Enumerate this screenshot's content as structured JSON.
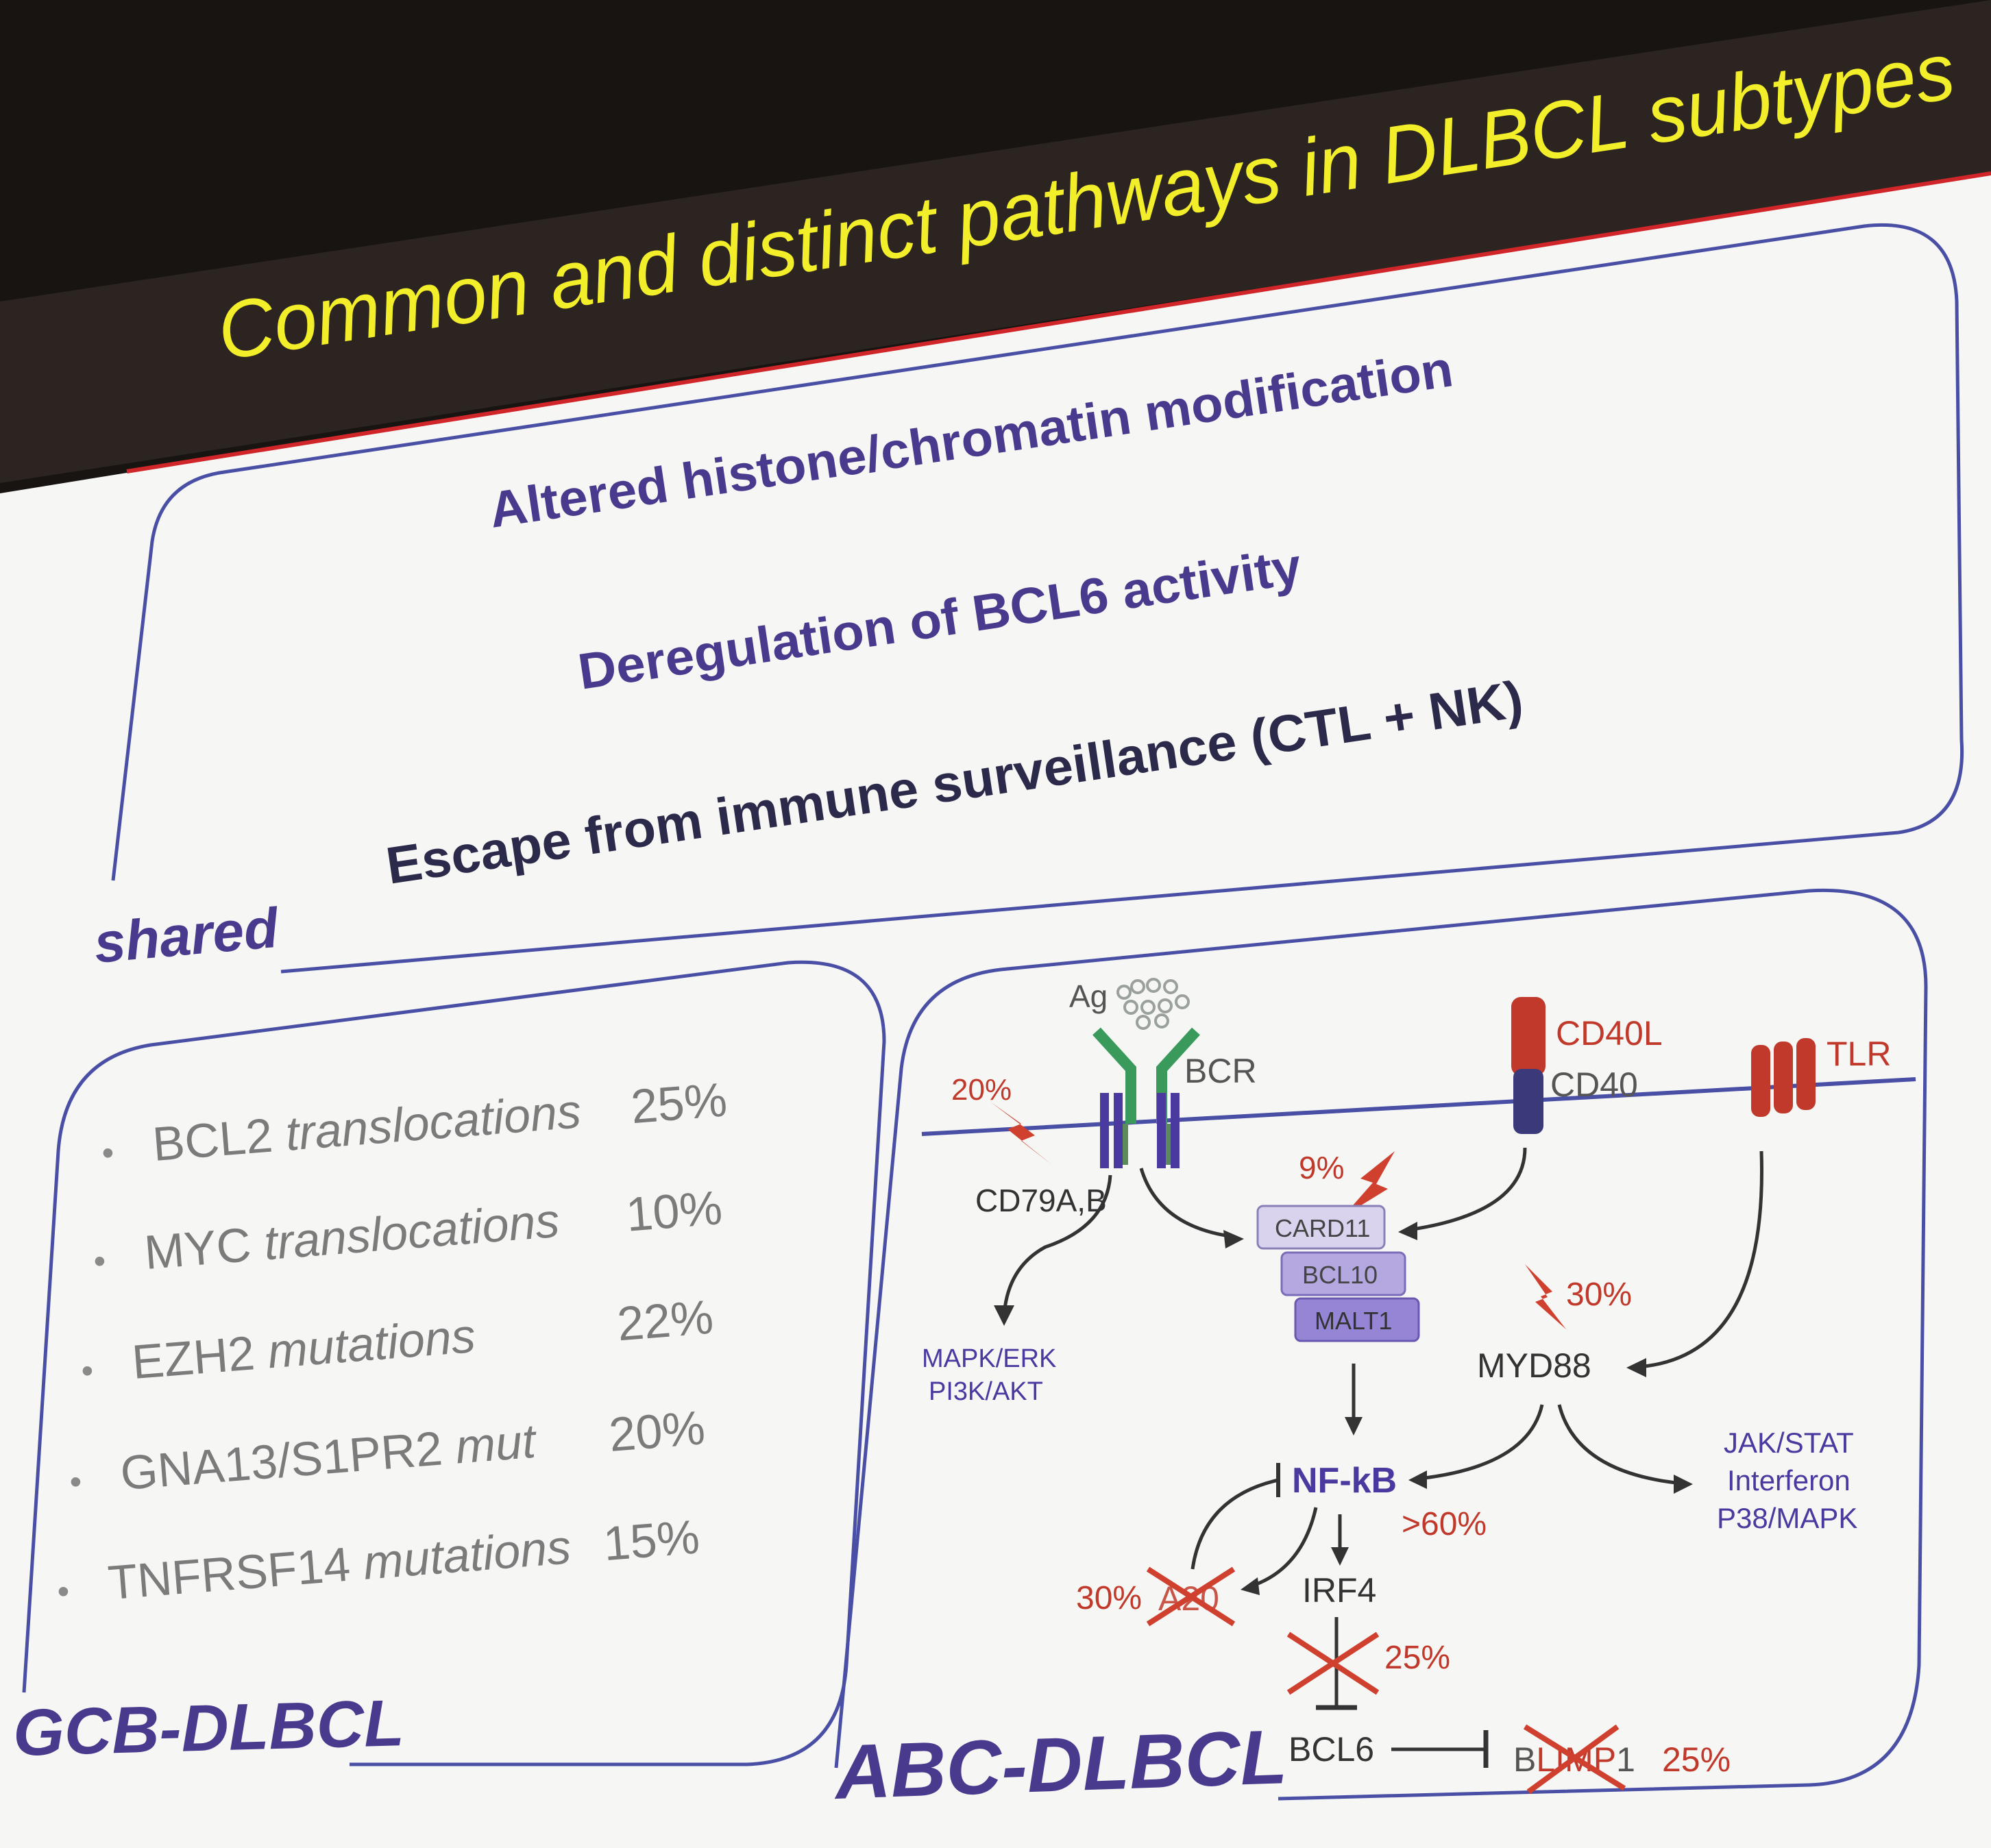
{
  "slide": {
    "title": "Common and distinct pathways in DLBCL subtypes",
    "shared": {
      "label": "shared",
      "items": [
        "Altered histone/chromatin modification",
        "Deregulation of BCL6 activity",
        "Escape from immune surveillance (CTL + NK)"
      ]
    },
    "gcb": {
      "label": "GCB-DLBCL",
      "bullet": "•",
      "items": [
        {
          "name": "BCL2",
          "suffix": " translocations",
          "pct": "25%"
        },
        {
          "name": "MYC",
          "suffix": " translocations",
          "pct": "10%"
        },
        {
          "name": "EZH2",
          "suffix": " mutations",
          "pct": "22%"
        },
        {
          "name": "GNA13/S1PR2",
          "suffix": " mut",
          "pct": "20%"
        },
        {
          "name": "TNFRSF14",
          "suffix": " mutations",
          "pct": "15%"
        }
      ]
    },
    "abc": {
      "label": "ABC-DLBCL",
      "nodes": {
        "ag": "Ag",
        "bcr": "BCR",
        "cd40l": "CD40L",
        "cd40": "CD40",
        "tlr": "TLR",
        "cd79": "CD79A,B",
        "card11": "CARD11",
        "bcl10": "BCL10",
        "malt1": "MALT1",
        "myd88": "MYD88",
        "mapk1": "MAPK/ERK",
        "mapk2": "PI3K/AKT",
        "nfkb": "NF-kB",
        "jak1": "JAK/STAT",
        "jak2": "Interferon",
        "jak3": "P38/MAPK",
        "a20": "A20",
        "irf4": "IRF4",
        "bcl6": "BCL6",
        "blimp1_a": "B",
        "blimp1_b": "LIMP",
        "blimp1_c": "1"
      },
      "percents": {
        "cd79": "20%",
        "card11": "9%",
        "myd88": "30%",
        "nfkb": ">60%",
        "a20": "30%",
        "irf4": "25%",
        "blimp1": "25%"
      }
    }
  },
  "colors": {
    "title": "#f2ee2a",
    "purple": "#4a3a8e",
    "red": "#c0392b",
    "grey_text": "#7b7b7b",
    "dark_text": "#333333",
    "box_line": "#4a4fa6",
    "slide_bg": "#fafafa"
  }
}
